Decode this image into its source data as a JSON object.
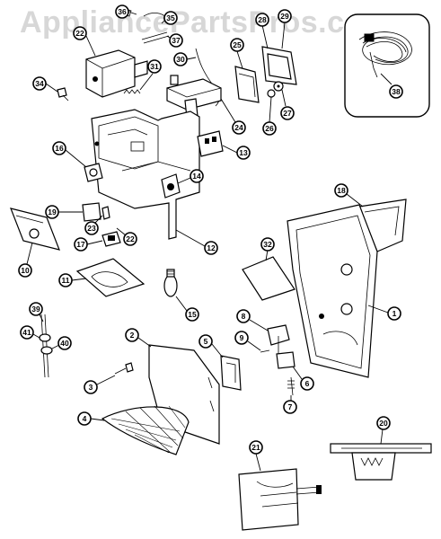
{
  "watermark": {
    "text": "AppliancePartsPros.com"
  },
  "callouts": [
    "36",
    "35",
    "37",
    "22",
    "29",
    "25",
    "30",
    "31",
    "34",
    "28",
    "27",
    "26",
    "24",
    "13",
    "16",
    "14",
    "18",
    "19",
    "23",
    "22",
    "17",
    "10",
    "12",
    "32",
    "1",
    "11",
    "15",
    "8",
    "9",
    "39",
    "41",
    "40",
    "2",
    "5",
    "6",
    "3",
    "7",
    "4",
    "20",
    "21",
    "38"
  ]
}
